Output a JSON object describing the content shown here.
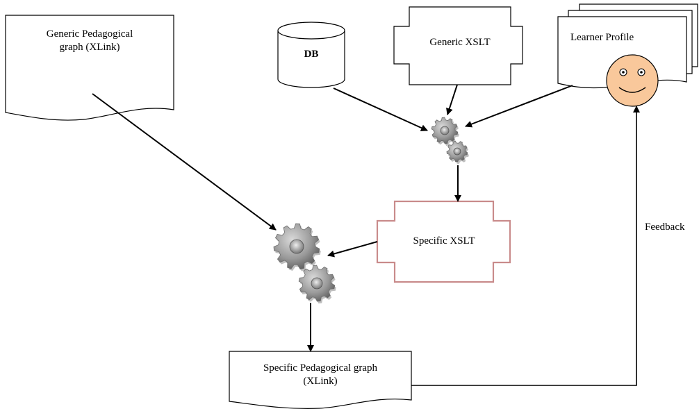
{
  "nodes": {
    "generic_graph": {
      "line1": "Generic Pedagogical",
      "line2": "graph (XLink)"
    },
    "db": {
      "label": "DB"
    },
    "generic_xslt": {
      "label": "Generic XSLT"
    },
    "learner_profile": {
      "label": "Learner Profile"
    },
    "specific_xslt": {
      "label": "Specific XSLT"
    },
    "specific_graph": {
      "line1": "Specific Pedagogical graph",
      "line2": "(XLink)"
    }
  },
  "edges": {
    "feedback_label": "Feedback"
  },
  "colors": {
    "specific_xslt_border": "#c98b8b",
    "face_fill": "#f9c89b",
    "gear_fill": "#a9a9a9",
    "gear_shade": "#6e6e6e"
  }
}
